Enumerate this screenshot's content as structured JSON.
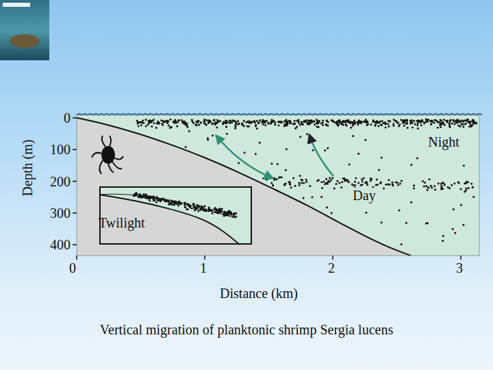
{
  "diagram": {
    "caption": "Vertical migration of planktonic shrimp Sergia lucens",
    "nodes": [
      {
        "text": [
          "Twilight"
        ]
      }
    ],
    "labels": [
      "0",
      "100",
      "200",
      "300",
      "400",
      "Depth (m)",
      "0",
      "1",
      "2",
      "3",
      "Distance (km)",
      "Night",
      "Day"
    ]
  }
}
